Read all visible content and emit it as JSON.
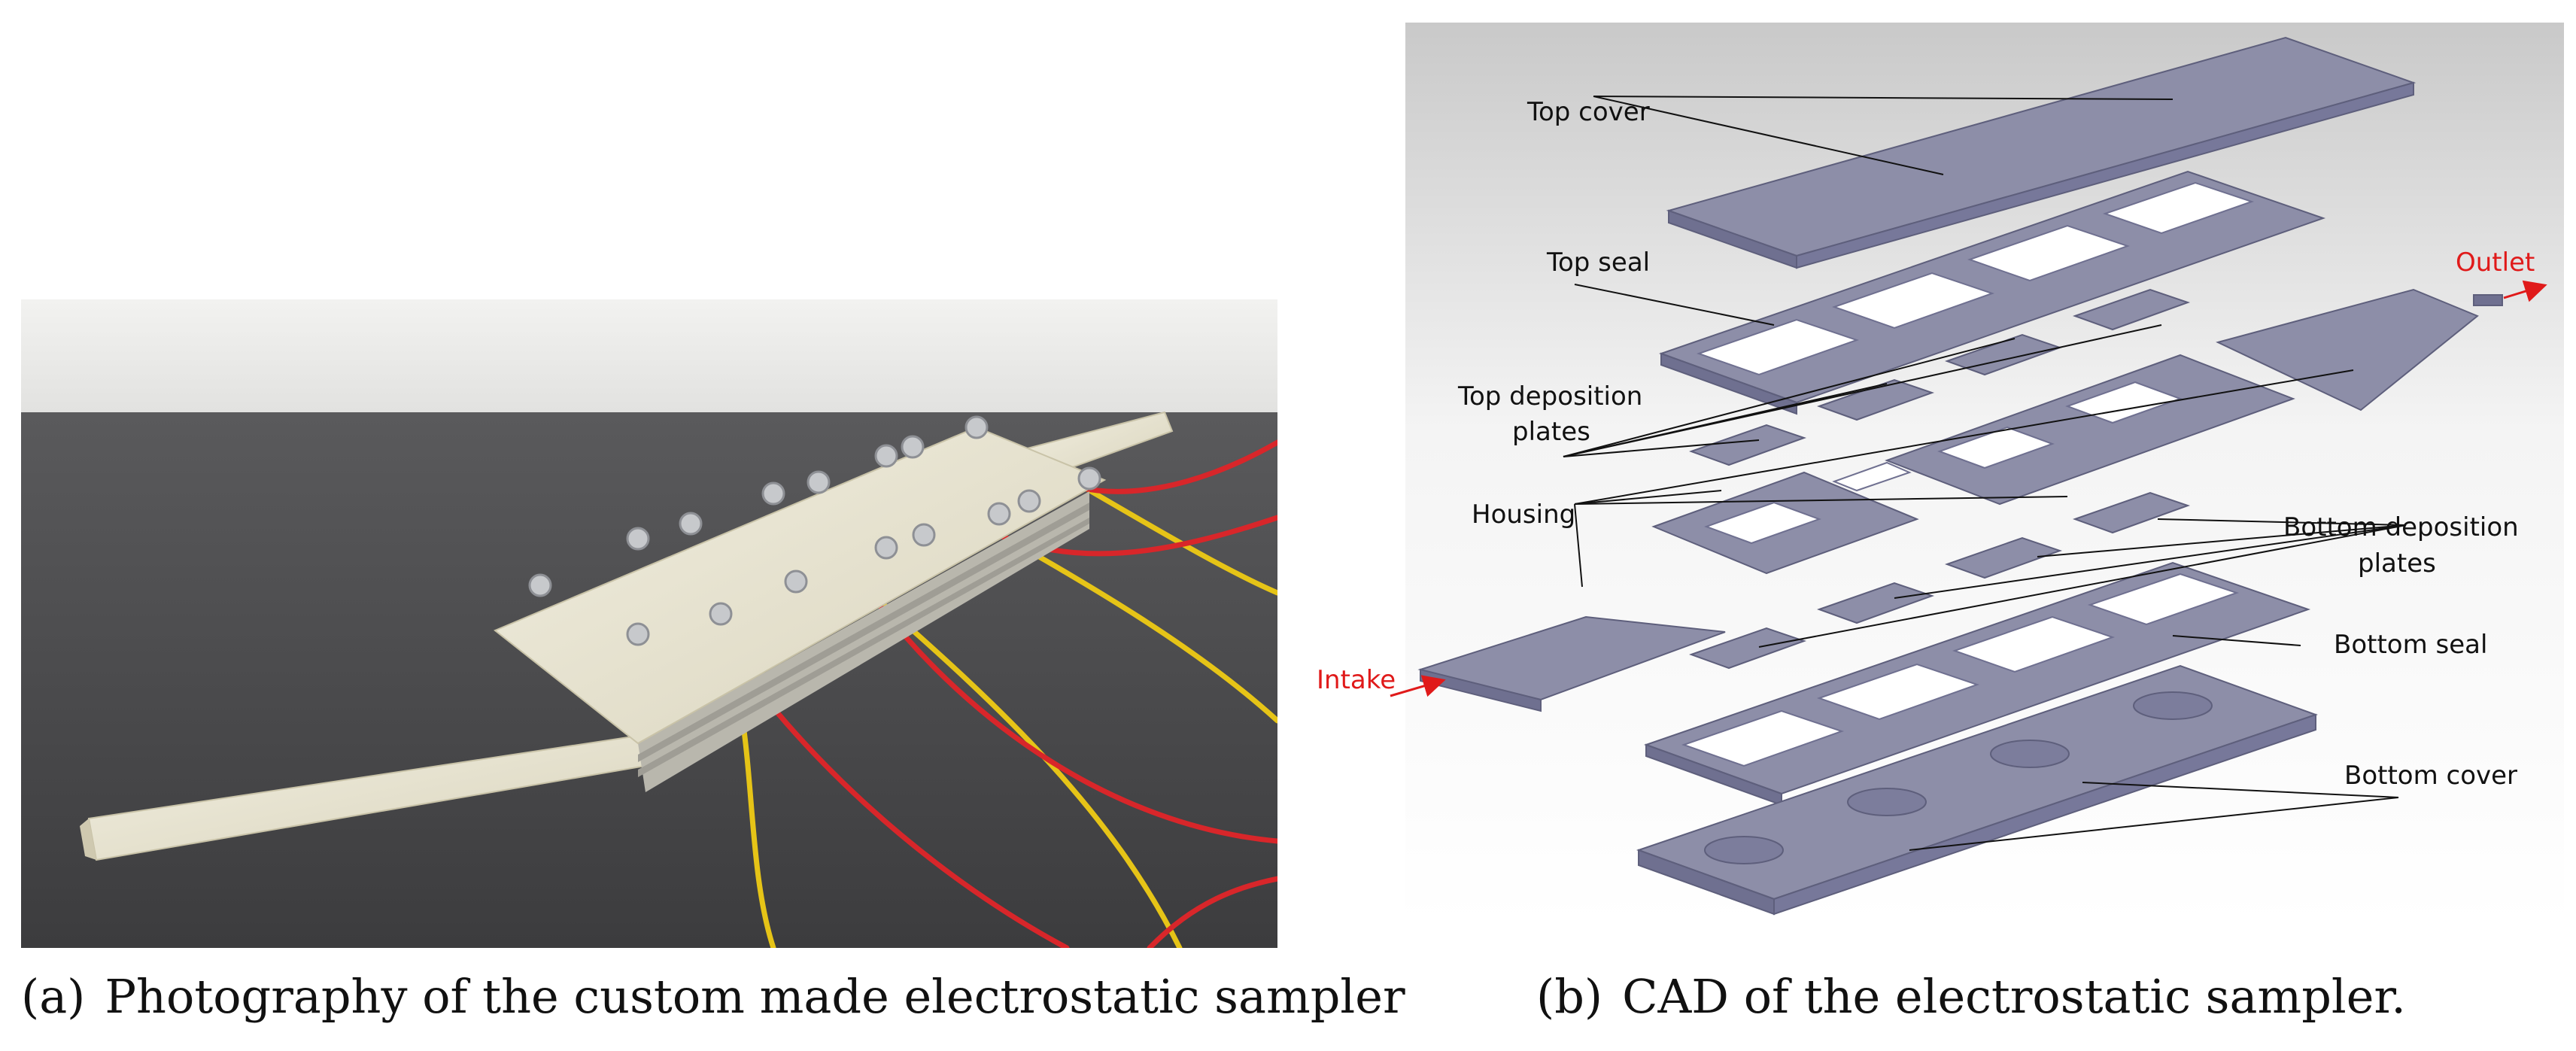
{
  "captions": {
    "a": {
      "tag": "(a)",
      "text": "Photography of the custom made electrostatic sampler"
    },
    "b": {
      "tag": "(b)",
      "text": "CAD of the electrostatic sampler."
    }
  },
  "cad_labels": {
    "top_cover": "Top cover",
    "top_seal": "Top seal",
    "top_deposition_1": "Top deposition",
    "top_deposition_2": "plates",
    "housing": "Housing",
    "outlet": "Outlet",
    "bottom_deposition_1": "Bottom deposition",
    "bottom_deposition_2": "plates",
    "bottom_seal": "Bottom seal",
    "intake": "Intake",
    "bottom_cover": "Bottom cover"
  },
  "colors": {
    "part_fill": "#8d8ea8",
    "part_dark": "#6f7090",
    "label_text": "#111111",
    "flow_label": "#e01a1a",
    "wire_red": "#d8262a",
    "wire_yellow": "#e6c417",
    "plastic": "#e6e2cf",
    "wall": "#ececec",
    "table": "#4b4b4d"
  }
}
